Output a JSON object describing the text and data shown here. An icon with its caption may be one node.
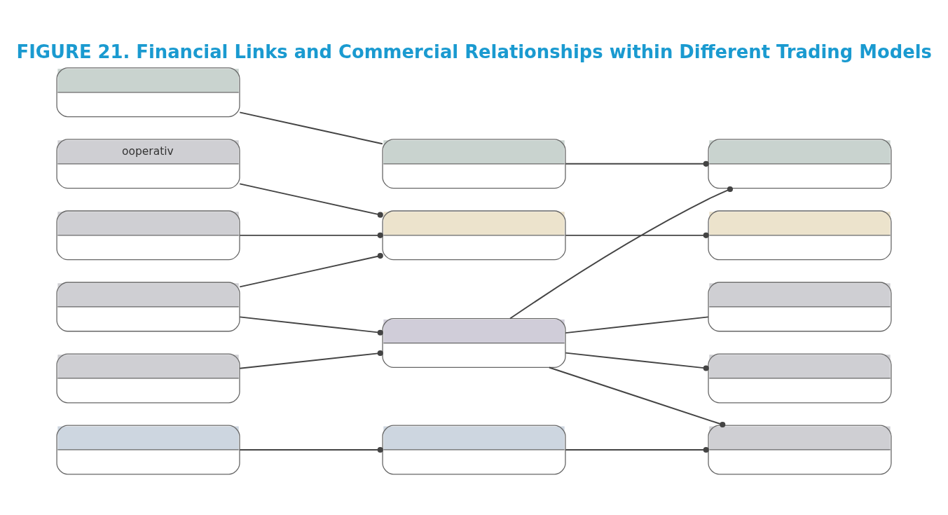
{
  "diagram": {
    "title": "FIGURE 21. Financial Links and Commercial Relationships within Different Trading Models",
    "nodes": [
      {
        "text": [],
        "shape": "box"
      },
      {
        "text": [],
        "shape": "box"
      },
      {
        "text": [],
        "shape": "box"
      },
      {
        "text": [
          "ooperativ"
        ]
      },
      {
        "text": [],
        "shape": "box"
      },
      {
        "text": [],
        "shape": "box"
      },
      {
        "text": [],
        "shape": "box"
      },
      {
        "text": [],
        "shape": "box"
      },
      {
        "text": [],
        "shape": "box"
      },
      {
        "text": [],
        "shape": "box"
      },
      {
        "text": [],
        "shape": "box"
      },
      {
        "text": [],
        "shape": "box"
      },
      {
        "text": [],
        "shape": "box"
      },
      {
        "text": [],
        "shape": "box"
      },
      {
        "text": [],
        "shape": "box"
      }
    ],
    "edges": [
      {
        "from": 0,
        "to": 1,
        "arrow": "none"
      },
      {
        "from": 1,
        "to": 2,
        "arrow": "other"
      },
      {
        "from": 3,
        "to": 5,
        "arrow": "other"
      },
      {
        "from": 4,
        "to": 5,
        "arrow": "other"
      },
      {
        "from": 7,
        "to": 5,
        "arrow": "other"
      },
      {
        "from": 5,
        "to": 6,
        "arrow": "other"
      },
      {
        "from": 7,
        "to": 10,
        "arrow": "other"
      },
      {
        "from": 9,
        "to": 10,
        "arrow": "other"
      },
      {
        "from": 10,
        "to": 2,
        "arrow": "other"
      },
      {
        "from": 10,
        "to": 8,
        "arrow": "none"
      },
      {
        "from": 10,
        "to": 11,
        "arrow": "other"
      },
      {
        "from": 10,
        "to": 14,
        "arrow": "other"
      },
      {
        "from": 12,
        "to": 13,
        "arrow": "other"
      },
      {
        "from": 13,
        "to": 14,
        "arrow": "other"
      }
    ]
  }
}
